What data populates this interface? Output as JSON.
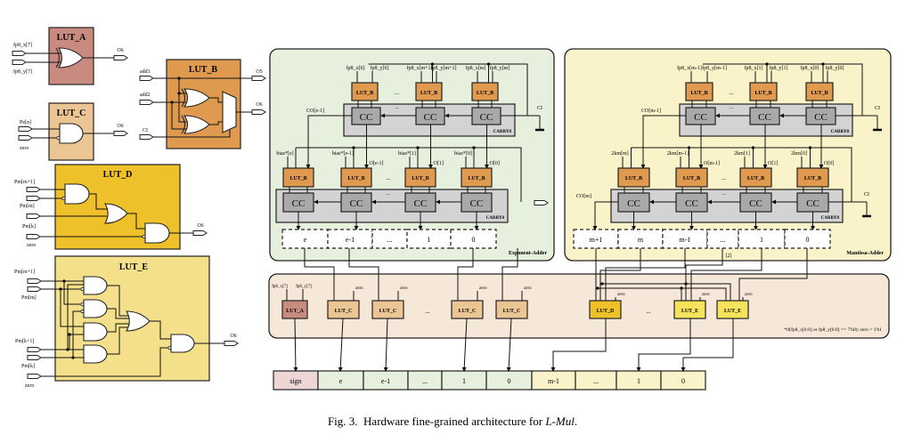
{
  "caption": {
    "prefix": "Fig. 3.",
    "text": "Hardware fine-grained architecture for ",
    "emph": "L-Mul",
    "end": "."
  },
  "colors": {
    "lut_a": "#c98b80",
    "lut_b": "#e09a50",
    "lut_c": "#ebc594",
    "lut_d": "#eec12a",
    "lut_e": "#f4e08a",
    "lut_e_small": "#f6e35c",
    "cc": "#a9a9a9",
    "carry8": "#d3d3d3",
    "exponent_panel": "#e7efdd",
    "mantissa_panel": "#faf2c8",
    "output_panel": "#f6e8d8",
    "sign_cell": "#ecd6d6",
    "exp_cell": "#e7efdd",
    "man_cell": "#faf2c8"
  },
  "lut_a": {
    "title": "LUT_A",
    "inputs": [
      "fp8_x[7]",
      "fp8_y[7]"
    ],
    "output": "O6"
  },
  "lut_b": {
    "title": "LUT_B",
    "inputs": [
      "add1",
      "add2",
      "CI"
    ],
    "outputs": [
      "O5",
      "O6"
    ]
  },
  "lut_c": {
    "title": "LUT_C",
    "inputs": [
      "Pe[n]",
      "zero"
    ],
    "output": "O6"
  },
  "lut_d": {
    "title": "LUT_D",
    "inputs": [
      "Pm[m+1]",
      "Pm[m]",
      "Pm[k]",
      "zero"
    ],
    "output": "O6"
  },
  "lut_e": {
    "title": "LUT_E",
    "inputs": [
      "Pm[m+1]",
      "Pm[m]",
      "Pm[k+1]",
      "Pm[k]",
      "zero"
    ],
    "output": "O6"
  },
  "common": {
    "lut_b": "LUT_B",
    "cc": "CC",
    "carry8": "CARRY8",
    "ci": "CI",
    "ellipsis": "..."
  },
  "exponent_adder": {
    "label": "Exponent-Adder",
    "top_inputs": [
      "fp8_x[6]",
      "fp8_y[6]",
      "fp8_x[m+1]",
      "fp8_y[m+1]",
      "fp8_x[m]",
      "fp8_y[m]"
    ],
    "carry_out": "CO[e-1]",
    "second_inputs": [
      "bias*[e]",
      "bias*[e-1]",
      "bias*[1]",
      "bias*[0]"
    ],
    "sum_labels": [
      "O[e-1]",
      "O[1]",
      "O[0]"
    ],
    "outputs": [
      "e",
      "e-1",
      "...",
      "1",
      "0"
    ]
  },
  "mantissa_adder": {
    "label": "Mantissa-Adder",
    "top_inputs": [
      "fp8_x[m-1]",
      "fp8_y[m-1]",
      "fp8_x[1]",
      "fp8_y[1]",
      "fp8_x[0]",
      "fp8_y[0]"
    ],
    "carry_out": "CO[m-1]",
    "carry_out_final": "CO[m]",
    "second_inputs": [
      "2km[m]",
      "2km[m-1]",
      "2km[1]",
      "2km[0]"
    ],
    "sum_labels": [
      "O[m-1]",
      "O[1]",
      "O[0]"
    ],
    "outputs": [
      "m+1",
      "m",
      "m-1",
      "...",
      "1",
      "0"
    ],
    "tap_label": "[2]"
  },
  "output_stage": {
    "luts": [
      "LUT_A",
      "LUT_C",
      "LUT_C",
      "LUT_C",
      "LUT_C",
      "LUT_D",
      "LUT_E",
      "LUT_E"
    ],
    "lut_a_inputs": [
      "fp8_x[7]",
      "fp8_y[7]"
    ],
    "zero_label": "zero",
    "note": "*if(fp8_x[6:0] or fp8_y[6:0] == 7'b0):  zero = 1'b1"
  },
  "result_bits": [
    {
      "label": "sign",
      "group": "sign"
    },
    {
      "label": "e",
      "group": "exp"
    },
    {
      "label": "e-1",
      "group": "exp"
    },
    {
      "label": "...",
      "group": "exp"
    },
    {
      "label": "1",
      "group": "exp"
    },
    {
      "label": "0",
      "group": "exp"
    },
    {
      "label": "m-1",
      "group": "man"
    },
    {
      "label": "...",
      "group": "man"
    },
    {
      "label": "1",
      "group": "man"
    },
    {
      "label": "0",
      "group": "man"
    }
  ]
}
